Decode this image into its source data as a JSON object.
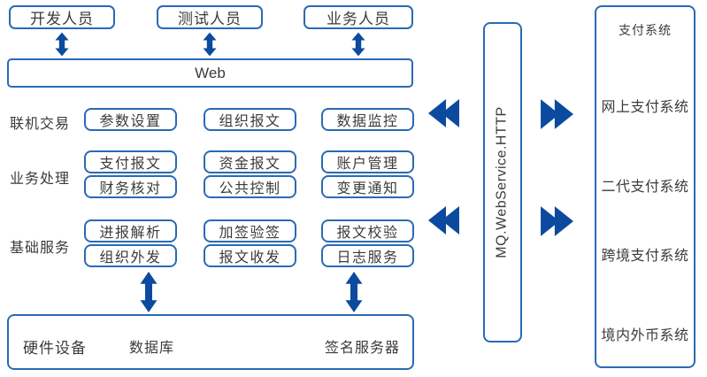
{
  "colors": {
    "box_border": "#2a6ab3",
    "arrow": "#0b4a9f",
    "text": "#3b3b3b",
    "background": "#ffffff"
  },
  "top_users": [
    "开发人员",
    "测试人员",
    "业务人员"
  ],
  "web": {
    "label": "Web"
  },
  "rows": [
    {
      "label": "联机交易",
      "boxes": [
        [
          "参数设置",
          "组织报文",
          "数据监控"
        ]
      ]
    },
    {
      "label": "业务处理",
      "boxes": [
        [
          "支付报文",
          "资金报文",
          "账户管理"
        ],
        [
          "财务核对",
          "公共控制",
          "变更通知"
        ]
      ]
    },
    {
      "label": "基础服务",
      "boxes": [
        [
          "进报解析",
          "加签验签",
          "报文校验"
        ],
        [
          "组织外发",
          "报文收发",
          "日志服务"
        ]
      ]
    }
  ],
  "hardware": {
    "label": "硬件设备",
    "items": [
      "数据库",
      "签名服务器"
    ]
  },
  "middleware": {
    "label": "MQ.WebService.HTTP"
  },
  "payment": {
    "title": "支付系统",
    "items": [
      "网上支付系统",
      "二代支付系统",
      "跨境支付系统",
      "境内外币系统"
    ]
  }
}
